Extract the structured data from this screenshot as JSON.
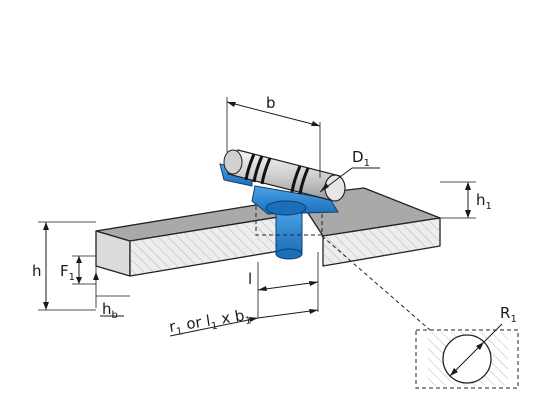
{
  "labels": {
    "b": "b",
    "D": "D",
    "D_sub": "1",
    "h": "h",
    "h1": "h",
    "h1_sub": "1",
    "F": "F",
    "F_sub": "1",
    "hb": "h",
    "hb_sub": "b",
    "l": "l",
    "r_main": "r",
    "r_sub": "1",
    "or_text": " or l",
    "l_sub": "1",
    "x_text": " x b",
    "b_sub": "1",
    "R": "R",
    "R_sub": "1"
  },
  "colors": {
    "blue": "#2a8ad8",
    "plate_top": "#a8a8a8",
    "plate_front": "#e8e8e8",
    "rod": "#d6d6d6"
  }
}
